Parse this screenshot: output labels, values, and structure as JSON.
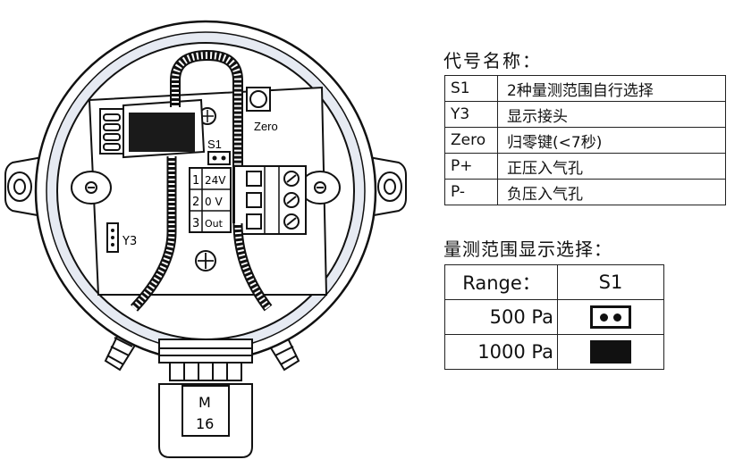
{
  "diagram": {
    "zero_label": "Zero",
    "s1_label": "S1",
    "y3_label": "Y3",
    "terminals": [
      {
        "num": "1",
        "name": "24V"
      },
      {
        "num": "2",
        "name": "0 V"
      },
      {
        "num": "3",
        "name": "Out"
      }
    ],
    "gland": {
      "line1": "M",
      "line2": "16"
    }
  },
  "legend": {
    "title": "代号名称：",
    "rows": [
      {
        "code": "S1",
        "desc": "2种量测范围自行选择"
      },
      {
        "code": "Y3",
        "desc": "显示接头"
      },
      {
        "code": "Zero",
        "desc": "归零键(<7秒)"
      },
      {
        "code": "P+",
        "desc": "正压入气孔"
      },
      {
        "code": "P-",
        "desc": "负压入气孔"
      }
    ]
  },
  "range_select": {
    "title": "量测范围显示选择：",
    "header": {
      "label": "Range：",
      "switch": "S1"
    },
    "rows": [
      {
        "label": "500 Pa",
        "jumper": "open"
      },
      {
        "label": "1000 Pa",
        "jumper": "closed"
      }
    ]
  }
}
